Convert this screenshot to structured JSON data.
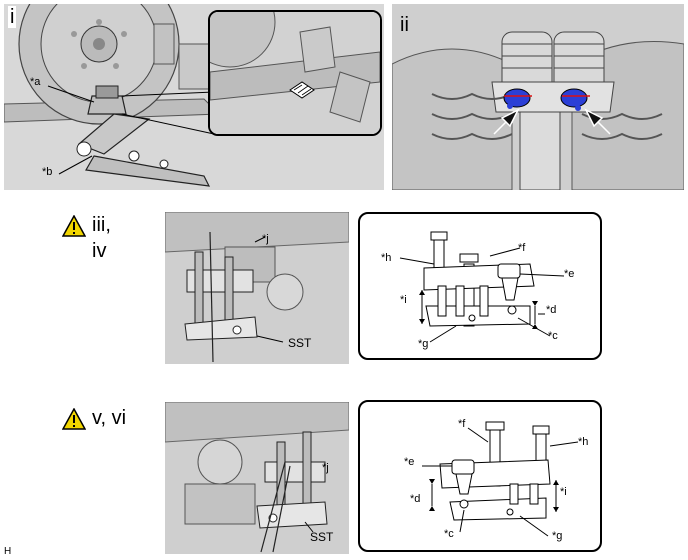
{
  "panel_1": {
    "step": "i",
    "labels": {
      "a": "*a",
      "b": "*b"
    }
  },
  "panel_2": {
    "step": "ii"
  },
  "panel_3": {
    "step_line1": "iii,",
    "step_line2": "iv",
    "photo_labels": {
      "j": "*j",
      "sst": "SST"
    },
    "diagram_labels": {
      "h": "*h",
      "f": "*f",
      "e": "*e",
      "i": "*i",
      "d": "*d",
      "c": "*c",
      "g": "*g"
    }
  },
  "panel_4": {
    "step": "v, vi",
    "photo_labels": {
      "j": "*j",
      "sst": "SST"
    },
    "diagram_labels": {
      "f": "*f",
      "h": "*h",
      "e": "*e",
      "d": "*d",
      "i": "*i",
      "c": "*c",
      "g": "*g"
    }
  },
  "footer": {
    "code": "H"
  },
  "colors": {
    "warning_fill": "#f2d600",
    "bolt_highlight": "#2b3fd6",
    "arrow": "#111111",
    "photo_bg": "#cfcfcf"
  }
}
